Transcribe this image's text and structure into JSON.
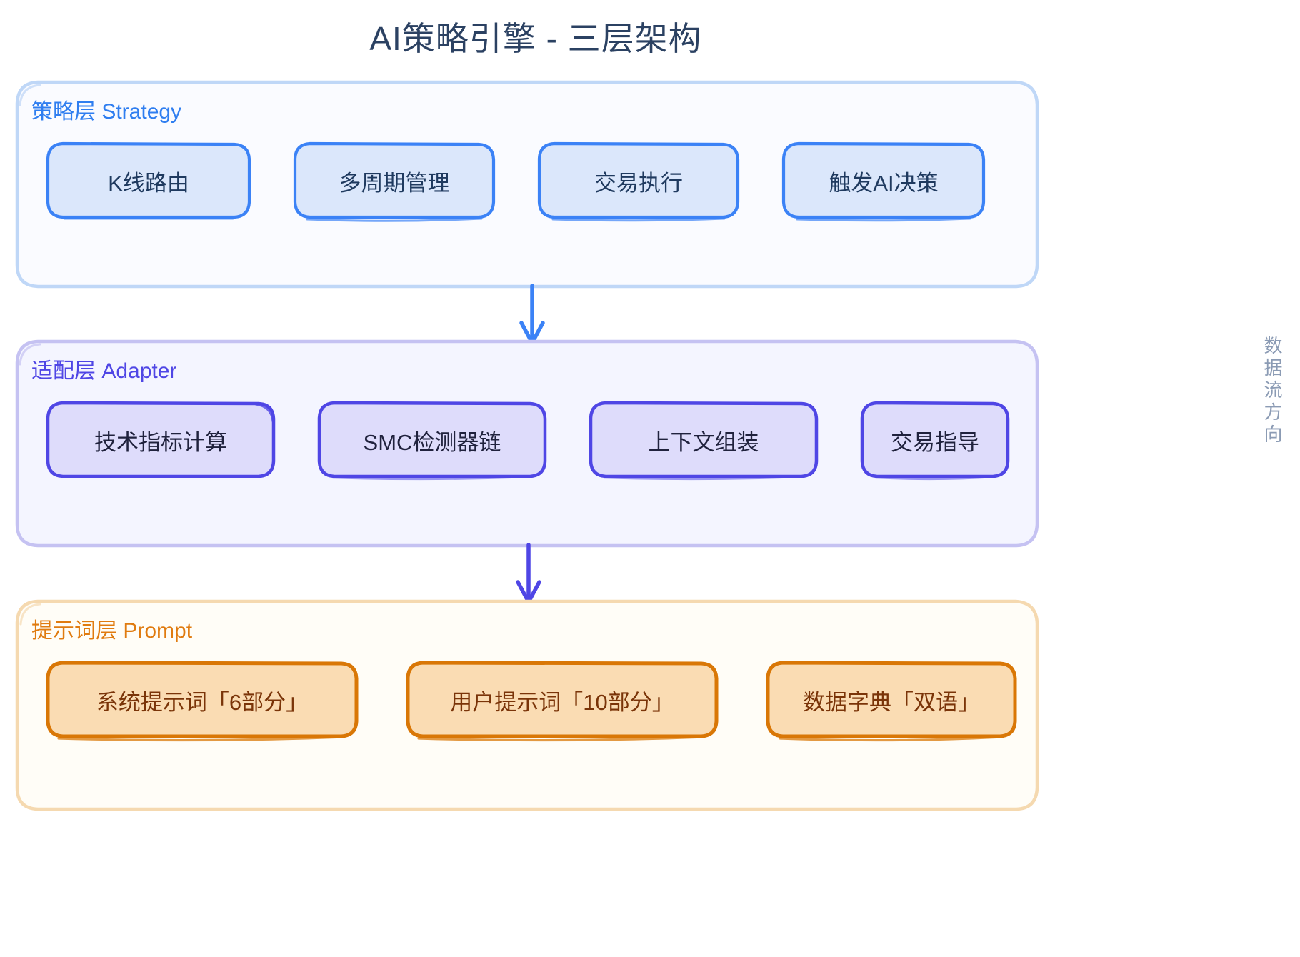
{
  "title": "AI策略引擎 - 三层架构",
  "side_caption": "数据流方向",
  "colors": {
    "title": "#2b4162",
    "strategy_accent": "#3b82f6",
    "adapter_accent": "#4f46e5",
    "prompt_accent": "#d97706",
    "highlight_fill": "#fdeeb8",
    "caption": "#8b9bb4"
  },
  "layers": [
    {
      "id": "strategy",
      "label": "策略层 Strategy",
      "label_color": "#2f7ef0",
      "nodes": [
        {
          "id": "kline",
          "label": "K线路由"
        },
        {
          "id": "multi",
          "label": "多周期管理"
        },
        {
          "id": "exec",
          "label": "交易执行"
        },
        {
          "id": "trigger",
          "label": "触发AI决策"
        }
      ]
    },
    {
      "id": "adapter",
      "label": "适配层 Adapter",
      "label_color": "#4f46e5",
      "nodes": [
        {
          "id": "indicator",
          "label": "技术指标计算"
        },
        {
          "id": "smc",
          "label": "SMC检测器链"
        },
        {
          "id": "context",
          "label": "上下文组装"
        },
        {
          "id": "guide",
          "label": "交易指导",
          "highlighted": true
        }
      ]
    },
    {
      "id": "prompt",
      "label": "提示词层 Prompt",
      "label_color": "#e07b10",
      "nodes": [
        {
          "id": "sysprompt",
          "label": "系统提示词「6部分」"
        },
        {
          "id": "userprompt",
          "label": "用户提示词「10部分」"
        },
        {
          "id": "dict",
          "label": "数据字典「双语」",
          "highlighted": true
        }
      ]
    }
  ],
  "arrows": [
    {
      "id": "strategy-to-adapter",
      "from": "strategy",
      "to": "adapter",
      "color": "#3b82f6"
    },
    {
      "id": "adapter-to-prompt",
      "from": "adapter",
      "to": "prompt",
      "color": "#4f46e5"
    }
  ]
}
